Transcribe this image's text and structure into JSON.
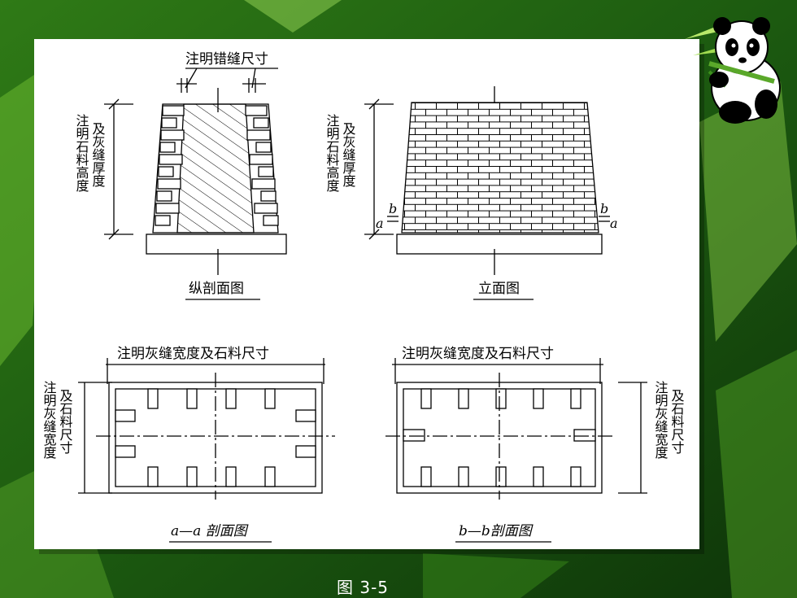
{
  "slide": {
    "background_colors": {
      "dark": "#0f3a12",
      "mid": "#3f8f1c",
      "light": "#8fd14a"
    },
    "caption": "图 3-5"
  },
  "decoration": {
    "icon": "panda-with-bamboo-icon"
  },
  "figure": {
    "top_left": {
      "top_label": "注明错缝尺寸",
      "side_label_line1": "注明石料高度",
      "side_label_line2": "及灰缝厚度",
      "title": "纵剖面图"
    },
    "top_right": {
      "side_label_line1": "注明石料高度",
      "side_label_line2": "及灰缝厚度",
      "marker_a": "a",
      "marker_b": "b",
      "title": "立面图"
    },
    "bottom_left": {
      "top_label": "注明灰缝宽度及石料尺寸",
      "side_label_line1": "注明灰缝宽度",
      "side_label_line2": "及石料尺寸",
      "title": "a—a 剖面图"
    },
    "bottom_right": {
      "top_label": "注明灰缝宽度及石料尺寸",
      "side_label_line1": "注明灰缝宽度",
      "side_label_line2": "及石料尺寸",
      "title": "b—b剖面图"
    }
  }
}
